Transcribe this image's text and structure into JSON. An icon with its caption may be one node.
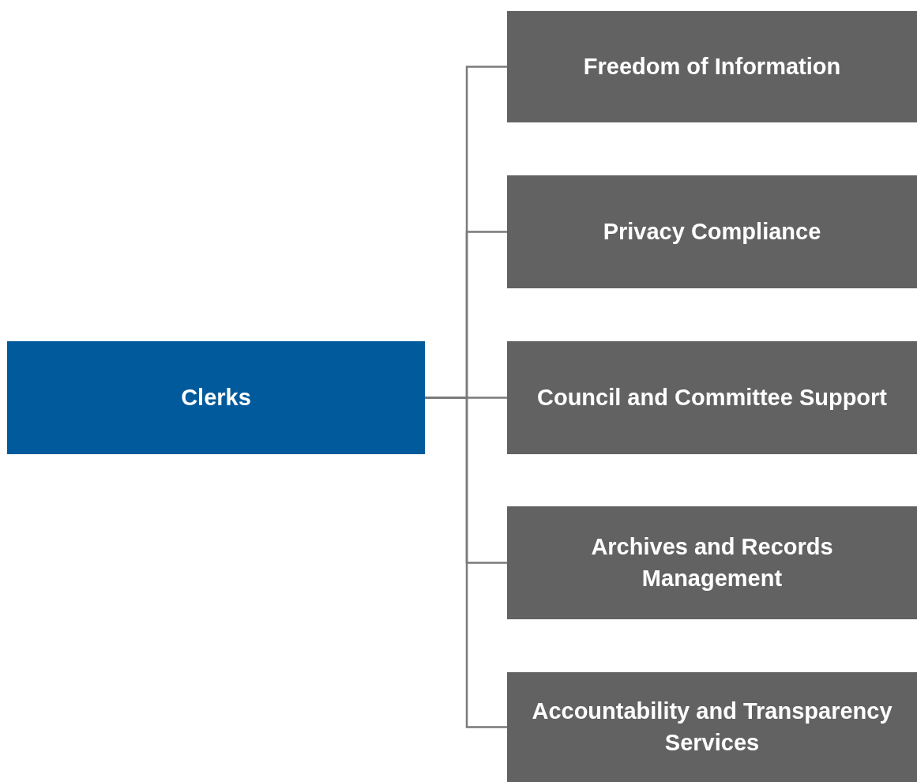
{
  "diagram": {
    "nodes": [
      {
        "text": [
          "Clerks"
        ]
      },
      {
        "text": [
          "Freedom of Information"
        ]
      },
      {
        "text": [
          "Privacy Compliance"
        ]
      },
      {
        "text": [
          "Council and Committee Support"
        ]
      },
      {
        "text": [
          "Archives and Records Management"
        ]
      },
      {
        "text": [
          "Accountability and Transparency Services"
        ]
      }
    ],
    "edges": [
      {
        "from": 0,
        "to": 1,
        "arrow": "none"
      },
      {
        "from": 0,
        "to": 2,
        "arrow": "none"
      },
      {
        "from": 0,
        "to": 3,
        "arrow": "none"
      },
      {
        "from": 0,
        "to": 4,
        "arrow": "none"
      },
      {
        "from": 0,
        "to": 5,
        "arrow": "none"
      }
    ]
  }
}
